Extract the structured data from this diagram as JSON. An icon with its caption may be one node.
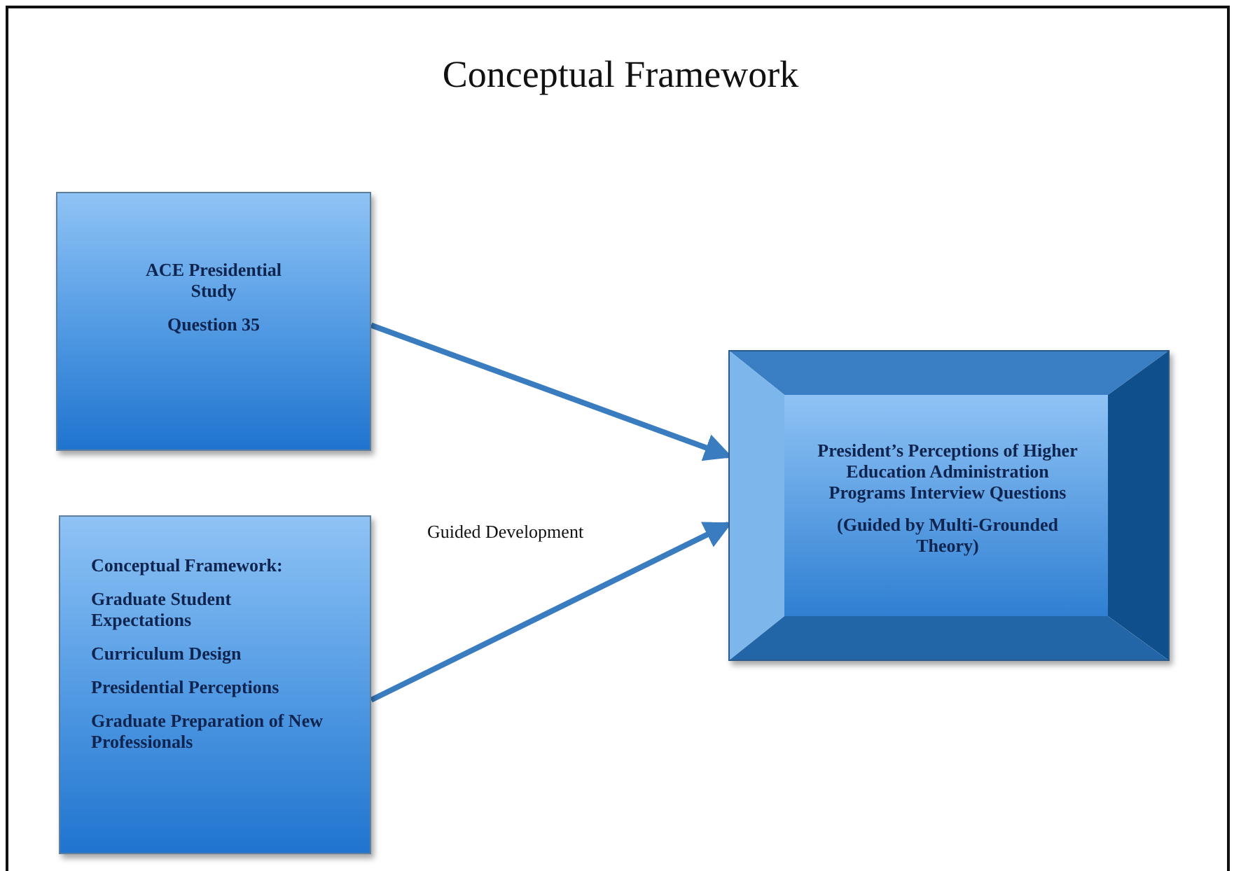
{
  "diagram": {
    "title": "Conceptual Framework",
    "nodes": [
      {
        "text": [
          "ACE Presidential Study",
          "Question 35"
        ]
      },
      {
        "text": [
          "Conceptual Framework:",
          "Graduate Student Expectations",
          "Curriculum Design",
          "Presidential Perceptions",
          "Graduate Preparation of New Professionals"
        ]
      },
      {
        "text": [
          "President’s Perceptions of Higher Education Administration Programs Interview Questions",
          "(Guided by Multi-Grounded Theory)"
        ]
      }
    ],
    "edges": [
      {
        "from": 0,
        "to": 2,
        "arrow": "to"
      },
      {
        "from": 1,
        "to": 2,
        "arrow": "to"
      }
    ],
    "labels": [
      "Guided Development"
    ]
  }
}
